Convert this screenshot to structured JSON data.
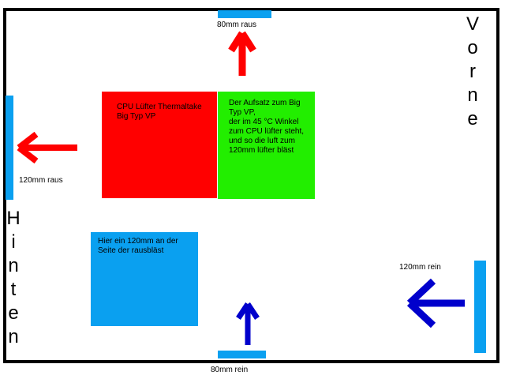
{
  "labels": {
    "top_fan": "80mm raus",
    "left_fan": "120mm raus",
    "right_fan": "120mm rein",
    "bottom_fan": "80mm rein"
  },
  "vertical": {
    "front": [
      "V",
      "o",
      "r",
      "n",
      "e"
    ],
    "back": [
      "H",
      "i",
      "n",
      "t",
      "e",
      "n"
    ]
  },
  "boxes": {
    "cpu_fan": "CPU Lüfter Thermaltake Big Typ VP",
    "adapter": "Der Aufsatz zum Big Typ VP,\nder im 45 °C Winkel zum CPU lüfter steht, und so die luft zum 120mm lüfter bläst",
    "side_fan": "Hier ein 120mm an der Seite der rausbläst"
  },
  "colors": {
    "exhaust_arrow": "#ff0000",
    "intake_arrow": "#0000cc",
    "fan": "#0aa0f0",
    "cpu_box": "#ff0000",
    "adapter_box": "#22ee00",
    "side_box": "#0aa0f0"
  }
}
